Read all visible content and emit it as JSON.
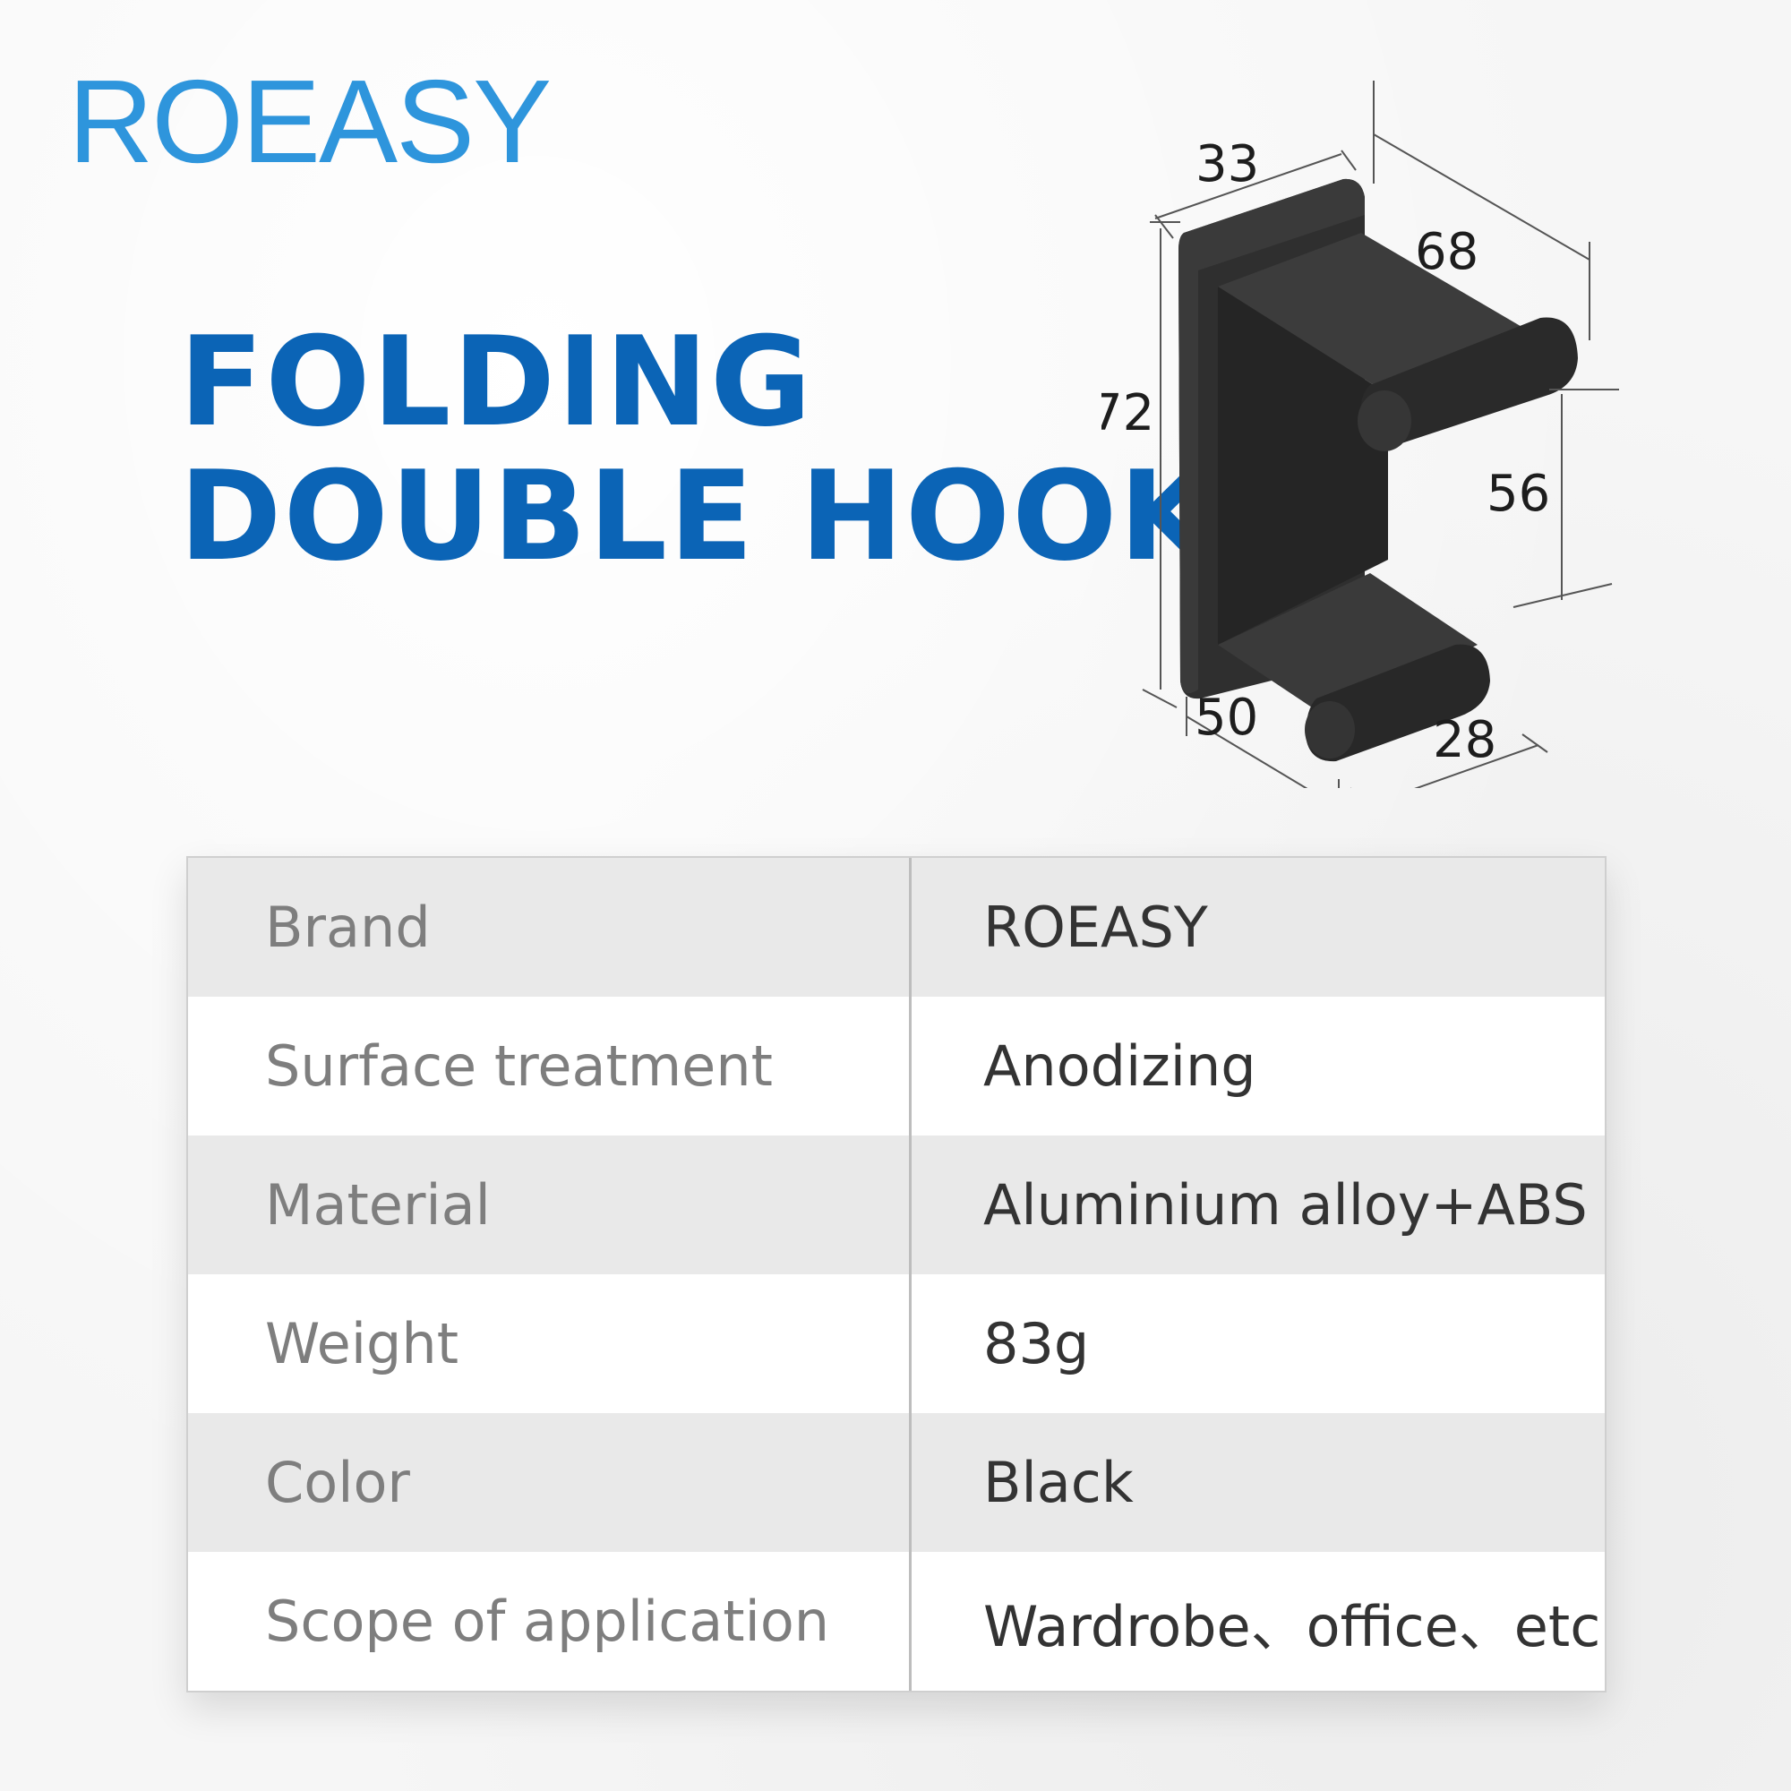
{
  "brand_logo": "ROEASY",
  "title": {
    "line1": "FOLDING",
    "line2": "DOUBLE HOOK"
  },
  "dimensions": {
    "top_width": "33",
    "depth": "68",
    "height": "72",
    "hook_gap": "56",
    "base_depth": "50",
    "hook_length": "28"
  },
  "specs": [
    {
      "label": "Brand",
      "value": "ROEASY"
    },
    {
      "label": "Surface treatment",
      "value": "Anodizing"
    },
    {
      "label": "Material",
      "value": "Aluminium alloy+ABS"
    },
    {
      "label": "Weight",
      "value": "83g"
    },
    {
      "label": "Color",
      "value": "Black"
    },
    {
      "label": "Scope of application",
      "value": "Wardrobe、office、etc"
    }
  ],
  "colors": {
    "logo": "#2e95dc",
    "title": "#0b64b6",
    "hook_body": "#2b2b2b"
  }
}
